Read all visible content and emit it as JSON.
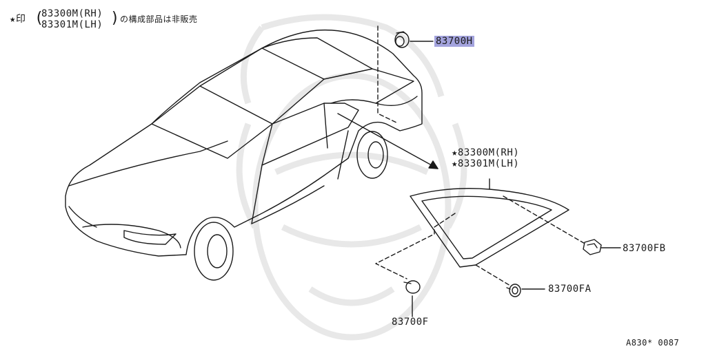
{
  "header_note": {
    "star": "★",
    "prefix": "印",
    "part_rh": "83300M(RH)",
    "part_lh": "83301M(LH)",
    "suffix": "の構成部品は非販売"
  },
  "callouts": {
    "grommet_top": "83700H",
    "glass_rh": "★83300M(RH)",
    "glass_lh": "★83301M(LH)",
    "clip_fb": "83700FB",
    "fastener_fa": "83700FA",
    "fastener_f": "83700F"
  },
  "figure_code": "A830* 0087",
  "colors": {
    "highlight": "#a3a3dd",
    "line": "#1a1a1a",
    "watermark": "#e6e6e6"
  }
}
